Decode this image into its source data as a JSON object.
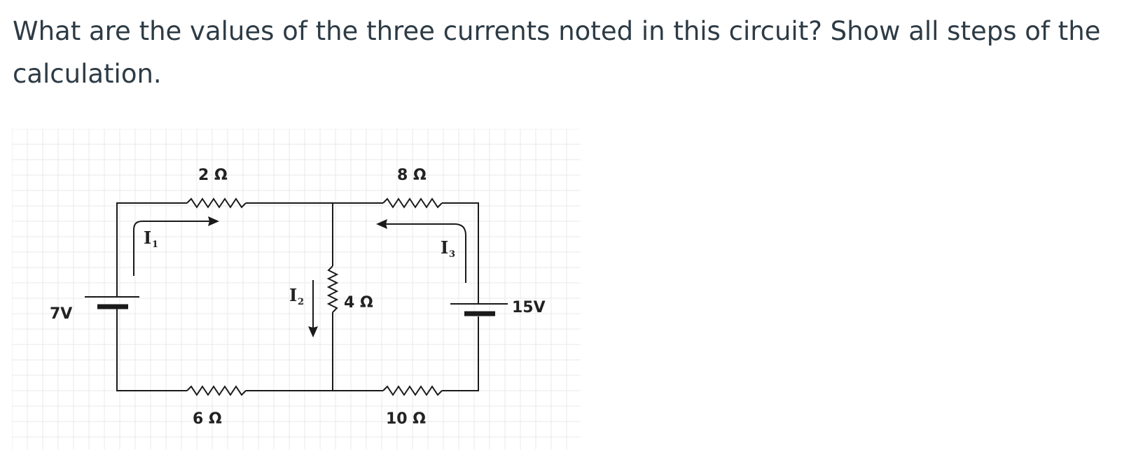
{
  "question": {
    "text": "What are the values of the three currents noted in this circuit? Show all steps of the calculation."
  },
  "circuit": {
    "resistors": {
      "r_top_left": "2 Ω",
      "r_top_right": "8 Ω",
      "r_middle": "4 Ω",
      "r_bottom_left": "6 Ω",
      "r_bottom_right": "10 Ω"
    },
    "sources": {
      "left": "7V",
      "right": "15V"
    },
    "currents": {
      "i1": {
        "symbol": "I",
        "sub": "1"
      },
      "i2": {
        "symbol": "I",
        "sub": "2"
      },
      "i3": {
        "symbol": "I",
        "sub": "3"
      }
    },
    "colors": {
      "wire": "#1a1a1a",
      "grid": "#e9e9e9",
      "text": "#2d3b45"
    }
  }
}
